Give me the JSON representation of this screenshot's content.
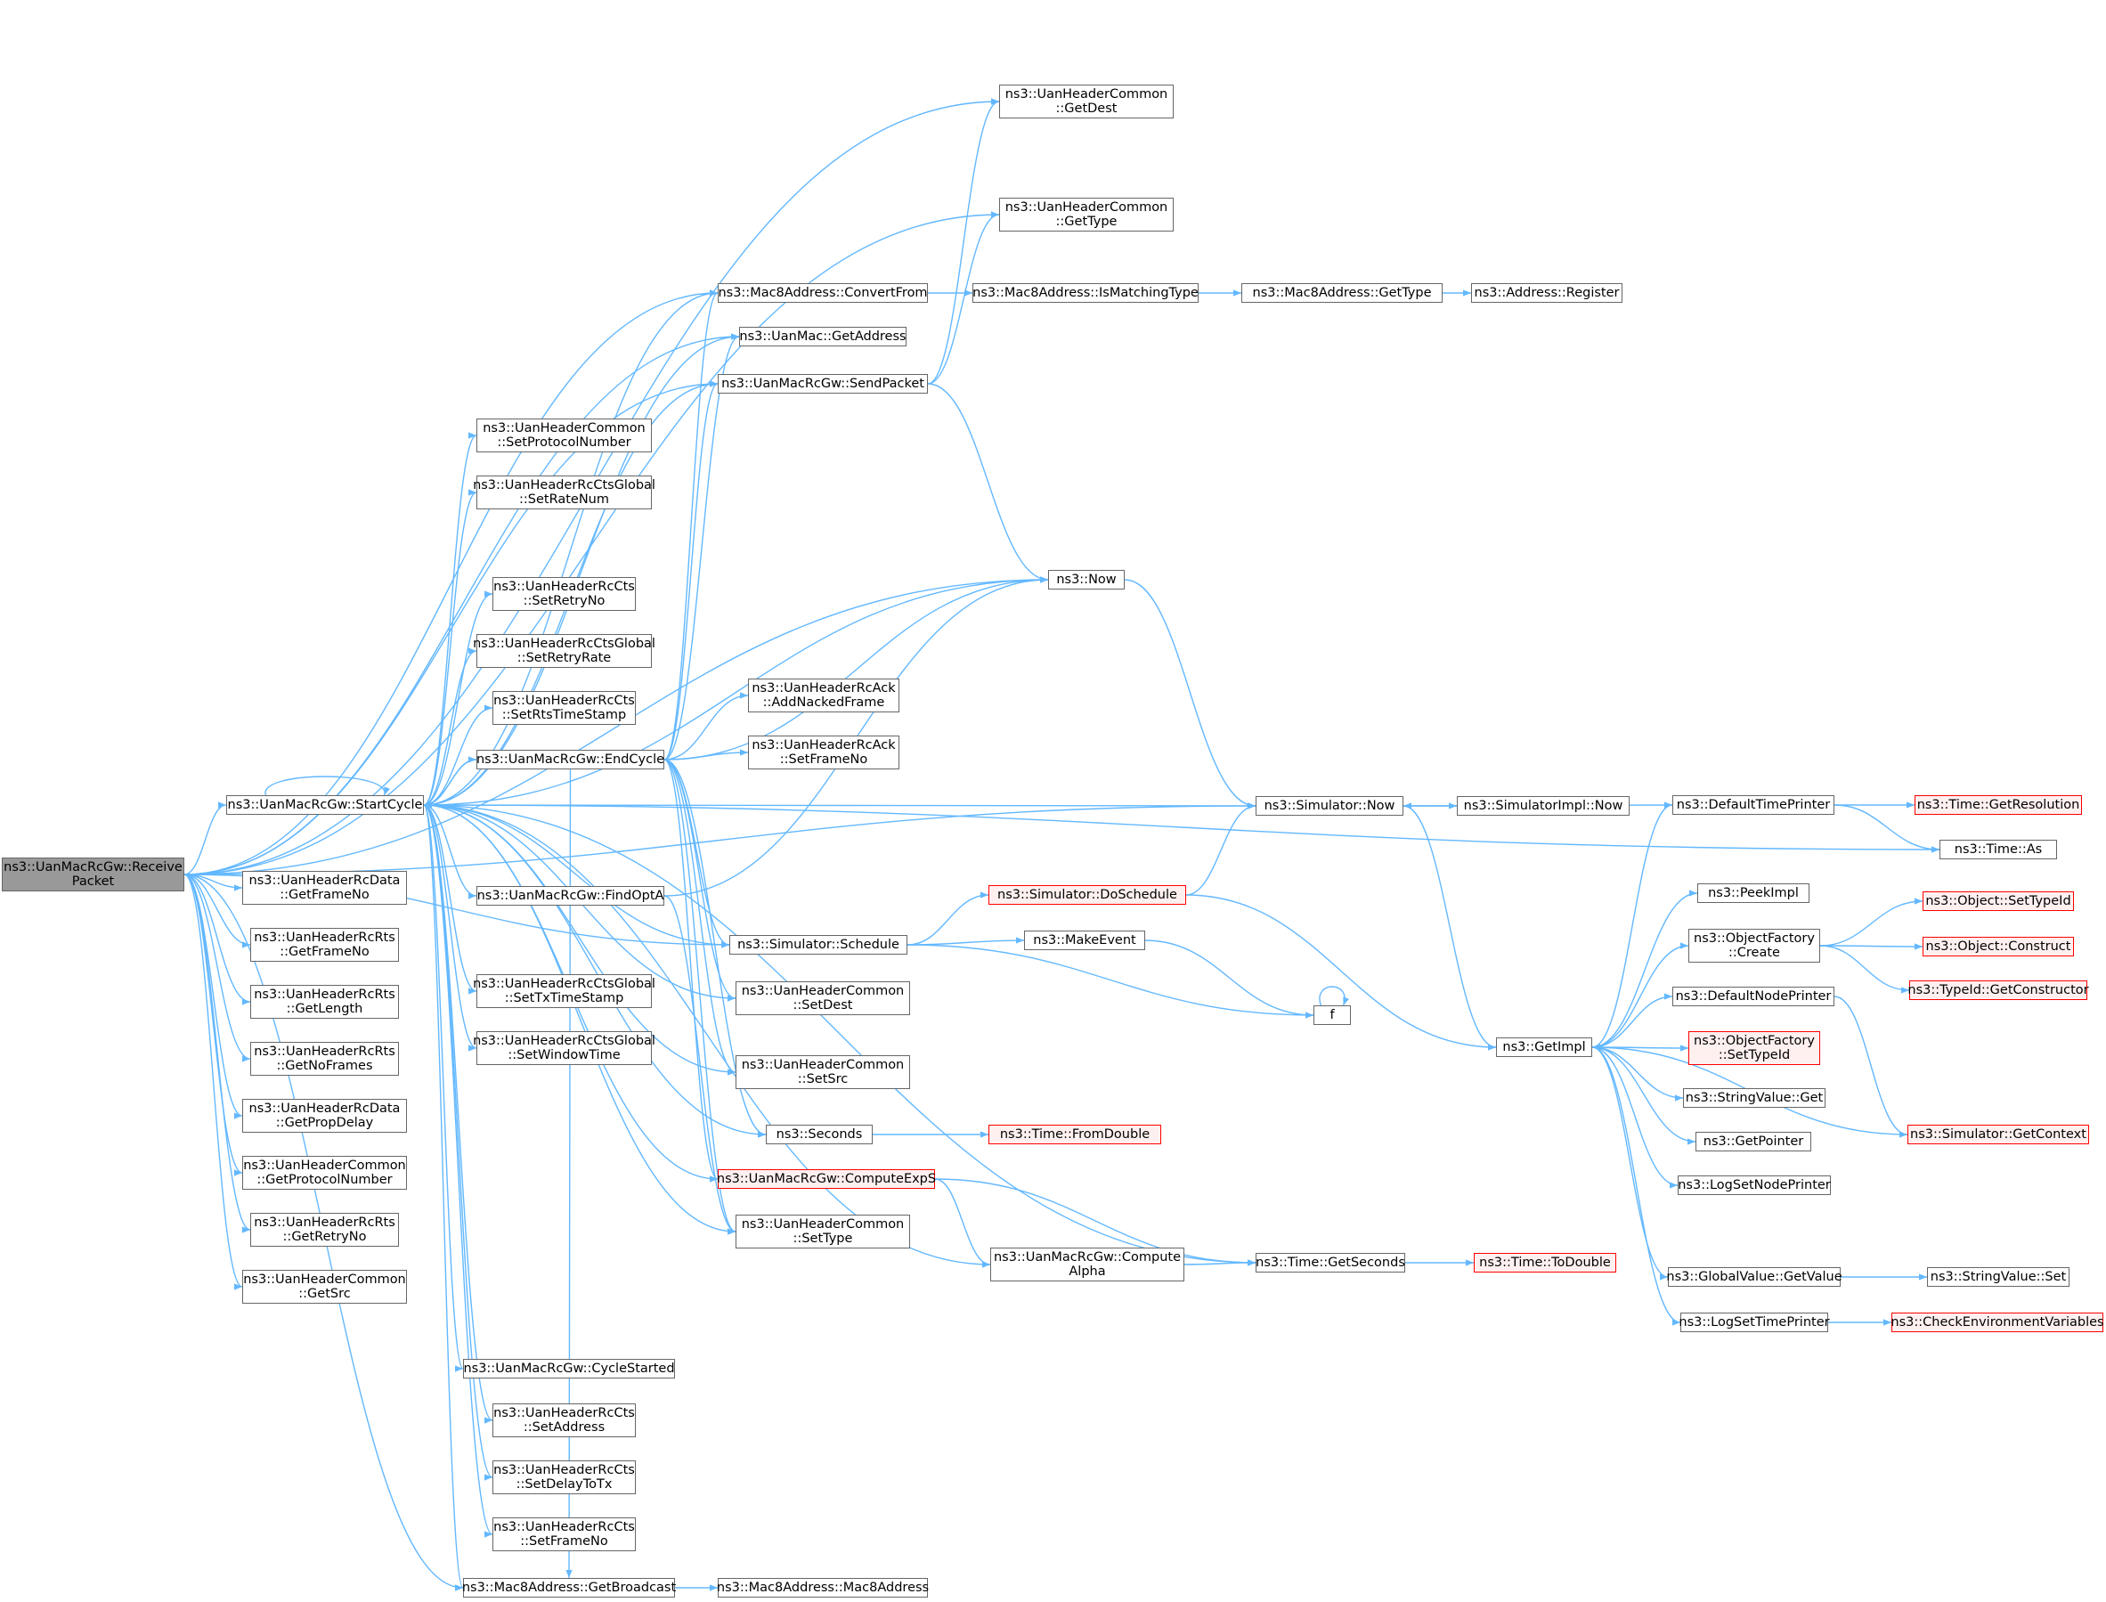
{
  "colors": {
    "edge": "#63b8ff",
    "border": "#666666",
    "root_fill": "#999999",
    "trunc_border": "#ff0000",
    "trunc_fill": "#fff0f0"
  },
  "nodes": {
    "receive": {
      "lines": [
        "ns3::UanMacRcGw::Receive",
        "Packet"
      ],
      "state": "root"
    },
    "startcycle": {
      "lines": [
        "ns3::UanMacRcGw::StartCycle"
      ]
    },
    "rcdata_getframeno": {
      "lines": [
        "ns3::UanHeaderRcData",
        "::GetFrameNo"
      ]
    },
    "rcrts_getframeno": {
      "lines": [
        "ns3::UanHeaderRcRts",
        "::GetFrameNo"
      ]
    },
    "rcrts_getlength": {
      "lines": [
        "ns3::UanHeaderRcRts",
        "::GetLength"
      ]
    },
    "rcrts_getnoframes": {
      "lines": [
        "ns3::UanHeaderRcRts",
        "::GetNoFrames"
      ]
    },
    "rcdata_getpropdelay": {
      "lines": [
        "ns3::UanHeaderRcData",
        "::GetPropDelay"
      ]
    },
    "common_getprotocolnumber": {
      "lines": [
        "ns3::UanHeaderCommon",
        "::GetProtocolNumber"
      ]
    },
    "rcrts_getretryno": {
      "lines": [
        "ns3::UanHeaderRcRts",
        "::GetRetryNo"
      ]
    },
    "common_getsrc": {
      "lines": [
        "ns3::UanHeaderCommon",
        "::GetSrc"
      ]
    },
    "common_setprotocolnumber": {
      "lines": [
        "ns3::UanHeaderCommon",
        "::SetProtocolNumber"
      ]
    },
    "ctsglobal_setratenum": {
      "lines": [
        "ns3::UanHeaderRcCtsGlobal",
        "::SetRateNum"
      ]
    },
    "cts_setretryno": {
      "lines": [
        "ns3::UanHeaderRcCts",
        "::SetRetryNo"
      ]
    },
    "ctsglobal_setretryrate": {
      "lines": [
        "ns3::UanHeaderRcCtsGlobal",
        "::SetRetryRate"
      ]
    },
    "cts_setrtstimestamp": {
      "lines": [
        "ns3::UanHeaderRcCts",
        "::SetRtsTimeStamp"
      ]
    },
    "endcycle": {
      "lines": [
        "ns3::UanMacRcGw::EndCycle"
      ]
    },
    "findopta": {
      "lines": [
        "ns3::UanMacRcGw::FindOptA"
      ]
    },
    "ctsglobal_settxtimestamp": {
      "lines": [
        "ns3::UanHeaderRcCtsGlobal",
        "::SetTxTimeStamp"
      ]
    },
    "ctsglobal_setwindowtime": {
      "lines": [
        "ns3::UanHeaderRcCtsGlobal",
        "::SetWindowTime"
      ]
    },
    "cyclestarted": {
      "lines": [
        "ns3::UanMacRcGw::CycleStarted"
      ]
    },
    "cts_setaddress": {
      "lines": [
        "ns3::UanHeaderRcCts",
        "::SetAddress"
      ]
    },
    "cts_setdelaytotx": {
      "lines": [
        "ns3::UanHeaderRcCts",
        "::SetDelayToTx"
      ]
    },
    "cts_setframeno": {
      "lines": [
        "ns3::UanHeaderRcCts",
        "::SetFrameNo"
      ]
    },
    "getbroadcast": {
      "lines": [
        "ns3::Mac8Address::GetBroadcast"
      ]
    },
    "common_getdest": {
      "lines": [
        "ns3::UanHeaderCommon",
        "::GetDest"
      ]
    },
    "common_gettype": {
      "lines": [
        "ns3::UanHeaderCommon",
        "::GetType"
      ]
    },
    "convertfrom": {
      "lines": [
        "ns3::Mac8Address::ConvertFrom"
      ]
    },
    "uanmac_getaddress": {
      "lines": [
        "ns3::UanMac::GetAddress"
      ]
    },
    "sendpacket": {
      "lines": [
        "ns3::UanMacRcGw::SendPacket"
      ]
    },
    "ack_addnackedframe": {
      "lines": [
        "ns3::UanHeaderRcAck",
        "::AddNackedFrame"
      ]
    },
    "ack_setframeno": {
      "lines": [
        "ns3::UanHeaderRcAck",
        "::SetFrameNo"
      ]
    },
    "simulator_schedule": {
      "lines": [
        "ns3::Simulator::Schedule"
      ]
    },
    "common_setdest": {
      "lines": [
        "ns3::UanHeaderCommon",
        "::SetDest"
      ]
    },
    "common_setsrc": {
      "lines": [
        "ns3::UanHeaderCommon",
        "::SetSrc"
      ]
    },
    "seconds": {
      "lines": [
        "ns3::Seconds"
      ]
    },
    "computeexps": {
      "lines": [
        "ns3::UanMacRcGw::ComputeExpS"
      ],
      "state": "truncated"
    },
    "common_settype": {
      "lines": [
        "ns3::UanHeaderCommon",
        "::SetType"
      ]
    },
    "mac8address_ctor": {
      "lines": [
        "ns3::Mac8Address::Mac8Address"
      ]
    },
    "ismatchingtype": {
      "lines": [
        "ns3::Mac8Address::IsMatchingType"
      ]
    },
    "now": {
      "lines": [
        "ns3::Now"
      ]
    },
    "doschedule": {
      "lines": [
        "ns3::Simulator::DoSchedule"
      ],
      "state": "truncated"
    },
    "makeevent": {
      "lines": [
        "ns3::MakeEvent"
      ]
    },
    "computealpha": {
      "lines": [
        "ns3::UanMacRcGw::Compute",
        "Alpha"
      ]
    },
    "mac8address_gettype": {
      "lines": [
        "ns3::Mac8Address::GetType"
      ]
    },
    "simulator_now": {
      "lines": [
        "ns3::Simulator::Now"
      ]
    },
    "f": {
      "lines": [
        "f"
      ]
    },
    "time_getseconds": {
      "lines": [
        "ns3::Time::GetSeconds"
      ]
    },
    "address_register": {
      "lines": [
        "ns3::Address::Register"
      ]
    },
    "simulatorimpl_now": {
      "lines": [
        "ns3::SimulatorImpl::Now"
      ]
    },
    "getimpl": {
      "lines": [
        "ns3::GetImpl"
      ]
    },
    "time_fromdouble": {
      "lines": [
        "ns3::Time::FromDouble"
      ],
      "state": "truncated"
    },
    "time_todouble": {
      "lines": [
        "ns3::Time::ToDouble"
      ],
      "state": "truncated"
    },
    "defaulttimeprinter": {
      "lines": [
        "ns3::DefaultTimePrinter"
      ]
    },
    "peekimpl": {
      "lines": [
        "ns3::PeekImpl"
      ]
    },
    "objectfactory_create": {
      "lines": [
        "ns3::ObjectFactory",
        "::Create"
      ]
    },
    "defaultnodeprinter": {
      "lines": [
        "ns3::DefaultNodePrinter"
      ]
    },
    "objectfactory_settypeid": {
      "lines": [
        "ns3::ObjectFactory",
        "::SetTypeId"
      ],
      "state": "truncated"
    },
    "stringvalue_get": {
      "lines": [
        "ns3::StringValue::Get"
      ]
    },
    "getpointer": {
      "lines": [
        "ns3::GetPointer"
      ]
    },
    "logsetnodeprinter": {
      "lines": [
        "ns3::LogSetNodePrinter"
      ]
    },
    "globalvalue_getvalue": {
      "lines": [
        "ns3::GlobalValue::GetValue"
      ]
    },
    "logsettimeprinter": {
      "lines": [
        "ns3::LogSetTimePrinter"
      ]
    },
    "time_getresolution": {
      "lines": [
        "ns3::Time::GetResolution"
      ],
      "state": "truncated"
    },
    "time_as": {
      "lines": [
        "ns3::Time::As"
      ]
    },
    "object_settypeid": {
      "lines": [
        "ns3::Object::SetTypeId"
      ],
      "state": "truncated"
    },
    "object_construct": {
      "lines": [
        "ns3::Object::Construct"
      ],
      "state": "truncated"
    },
    "typeid_getconstructor": {
      "lines": [
        "ns3::TypeId::GetConstructor"
      ],
      "state": "truncated"
    },
    "simulator_getcontext": {
      "lines": [
        "ns3::Simulator::GetContext"
      ],
      "state": "truncated"
    },
    "stringvalue_set": {
      "lines": [
        "ns3::StringValue::Set"
      ]
    },
    "checkenvironmentvariables": {
      "lines": [
        "ns3::CheckEnvironmentVariables"
      ],
      "state": "truncated"
    }
  },
  "edges": [
    [
      "receive",
      "startcycle"
    ],
    [
      "receive",
      "rcdata_getframeno"
    ],
    [
      "receive",
      "rcrts_getframeno"
    ],
    [
      "receive",
      "rcrts_getlength"
    ],
    [
      "receive",
      "rcrts_getnoframes"
    ],
    [
      "receive",
      "rcdata_getpropdelay"
    ],
    [
      "receive",
      "common_getprotocolnumber"
    ],
    [
      "receive",
      "rcrts_getretryno"
    ],
    [
      "receive",
      "common_getsrc"
    ],
    [
      "receive",
      "common_getdest"
    ],
    [
      "receive",
      "common_gettype"
    ],
    [
      "receive",
      "convertfrom"
    ],
    [
      "receive",
      "uanmac_getaddress"
    ],
    [
      "receive",
      "sendpacket"
    ],
    [
      "receive",
      "now"
    ],
    [
      "receive",
      "simulator_now"
    ],
    [
      "receive",
      "getbroadcast"
    ],
    [
      "receive",
      "simulator_schedule"
    ],
    [
      "startcycle",
      "startcycle"
    ],
    [
      "startcycle",
      "common_setprotocolnumber"
    ],
    [
      "startcycle",
      "ctsglobal_setratenum"
    ],
    [
      "startcycle",
      "cts_setretryno"
    ],
    [
      "startcycle",
      "ctsglobal_setretryrate"
    ],
    [
      "startcycle",
      "cts_setrtstimestamp"
    ],
    [
      "startcycle",
      "endcycle"
    ],
    [
      "startcycle",
      "findopta"
    ],
    [
      "startcycle",
      "ctsglobal_settxtimestamp"
    ],
    [
      "startcycle",
      "ctsglobal_setwindowtime"
    ],
    [
      "startcycle",
      "cyclestarted"
    ],
    [
      "startcycle",
      "cts_setaddress"
    ],
    [
      "startcycle",
      "cts_setdelaytotx"
    ],
    [
      "startcycle",
      "cts_setframeno"
    ],
    [
      "startcycle",
      "getbroadcast"
    ],
    [
      "startcycle",
      "convertfrom"
    ],
    [
      "startcycle",
      "uanmac_getaddress"
    ],
    [
      "startcycle",
      "sendpacket"
    ],
    [
      "startcycle",
      "now"
    ],
    [
      "startcycle",
      "simulator_now"
    ],
    [
      "startcycle",
      "time_as"
    ],
    [
      "startcycle",
      "simulator_schedule"
    ],
    [
      "startcycle",
      "common_setdest"
    ],
    [
      "startcycle",
      "common_setsrc"
    ],
    [
      "startcycle",
      "seconds"
    ],
    [
      "startcycle",
      "computeexps"
    ],
    [
      "startcycle",
      "common_settype"
    ],
    [
      "startcycle",
      "computealpha"
    ],
    [
      "startcycle",
      "time_getseconds"
    ],
    [
      "endcycle",
      "startcycle"
    ],
    [
      "endcycle",
      "convertfrom"
    ],
    [
      "endcycle",
      "uanmac_getaddress"
    ],
    [
      "endcycle",
      "sendpacket"
    ],
    [
      "endcycle",
      "now"
    ],
    [
      "endcycle",
      "ack_addnackedframe"
    ],
    [
      "endcycle",
      "ack_setframeno"
    ],
    [
      "endcycle",
      "simulator_schedule"
    ],
    [
      "endcycle",
      "common_setdest"
    ],
    [
      "endcycle",
      "common_setsrc"
    ],
    [
      "endcycle",
      "seconds"
    ],
    [
      "endcycle",
      "computeexps"
    ],
    [
      "endcycle",
      "common_settype"
    ],
    [
      "endcycle",
      "getbroadcast"
    ],
    [
      "findopta",
      "now"
    ],
    [
      "findopta",
      "common_settype"
    ],
    [
      "sendpacket",
      "common_getdest"
    ],
    [
      "sendpacket",
      "common_gettype"
    ],
    [
      "sendpacket",
      "now"
    ],
    [
      "convertfrom",
      "ismatchingtype"
    ],
    [
      "ismatchingtype",
      "mac8address_gettype"
    ],
    [
      "mac8address_gettype",
      "address_register"
    ],
    [
      "getbroadcast",
      "mac8address_ctor"
    ],
    [
      "now",
      "simulator_now"
    ],
    [
      "simulator_schedule",
      "doschedule"
    ],
    [
      "simulator_schedule",
      "makeevent"
    ],
    [
      "simulator_schedule",
      "f"
    ],
    [
      "doschedule",
      "simulator_now"
    ],
    [
      "doschedule",
      "getimpl"
    ],
    [
      "makeevent",
      "f"
    ],
    [
      "f",
      "f"
    ],
    [
      "seconds",
      "time_fromdouble"
    ],
    [
      "computeexps",
      "computealpha"
    ],
    [
      "computeexps",
      "time_getseconds"
    ],
    [
      "computealpha",
      "time_getseconds"
    ],
    [
      "time_getseconds",
      "time_todouble"
    ],
    [
      "simulator_now",
      "simulatorimpl_now"
    ],
    [
      "simulator_now",
      "getimpl"
    ],
    [
      "defaulttimeprinter",
      "simulator_now"
    ],
    [
      "defaulttimeprinter",
      "time_getresolution"
    ],
    [
      "defaulttimeprinter",
      "time_as"
    ],
    [
      "getimpl",
      "defaulttimeprinter"
    ],
    [
      "getimpl",
      "peekimpl"
    ],
    [
      "getimpl",
      "objectfactory_create"
    ],
    [
      "getimpl",
      "defaultnodeprinter"
    ],
    [
      "getimpl",
      "objectfactory_settypeid"
    ],
    [
      "getimpl",
      "stringvalue_get"
    ],
    [
      "getimpl",
      "getpointer"
    ],
    [
      "getimpl",
      "logsetnodeprinter"
    ],
    [
      "getimpl",
      "globalvalue_getvalue"
    ],
    [
      "getimpl",
      "logsettimeprinter"
    ],
    [
      "objectfactory_create",
      "object_settypeid"
    ],
    [
      "objectfactory_create",
      "object_construct"
    ],
    [
      "objectfactory_create",
      "typeid_getconstructor"
    ],
    [
      "defaultnodeprinter",
      "simulator_getcontext"
    ],
    [
      "simulator_getcontext",
      "getimpl"
    ],
    [
      "globalvalue_getvalue",
      "stringvalue_set"
    ],
    [
      "logsettimeprinter",
      "checkenvironmentvariables"
    ]
  ]
}
